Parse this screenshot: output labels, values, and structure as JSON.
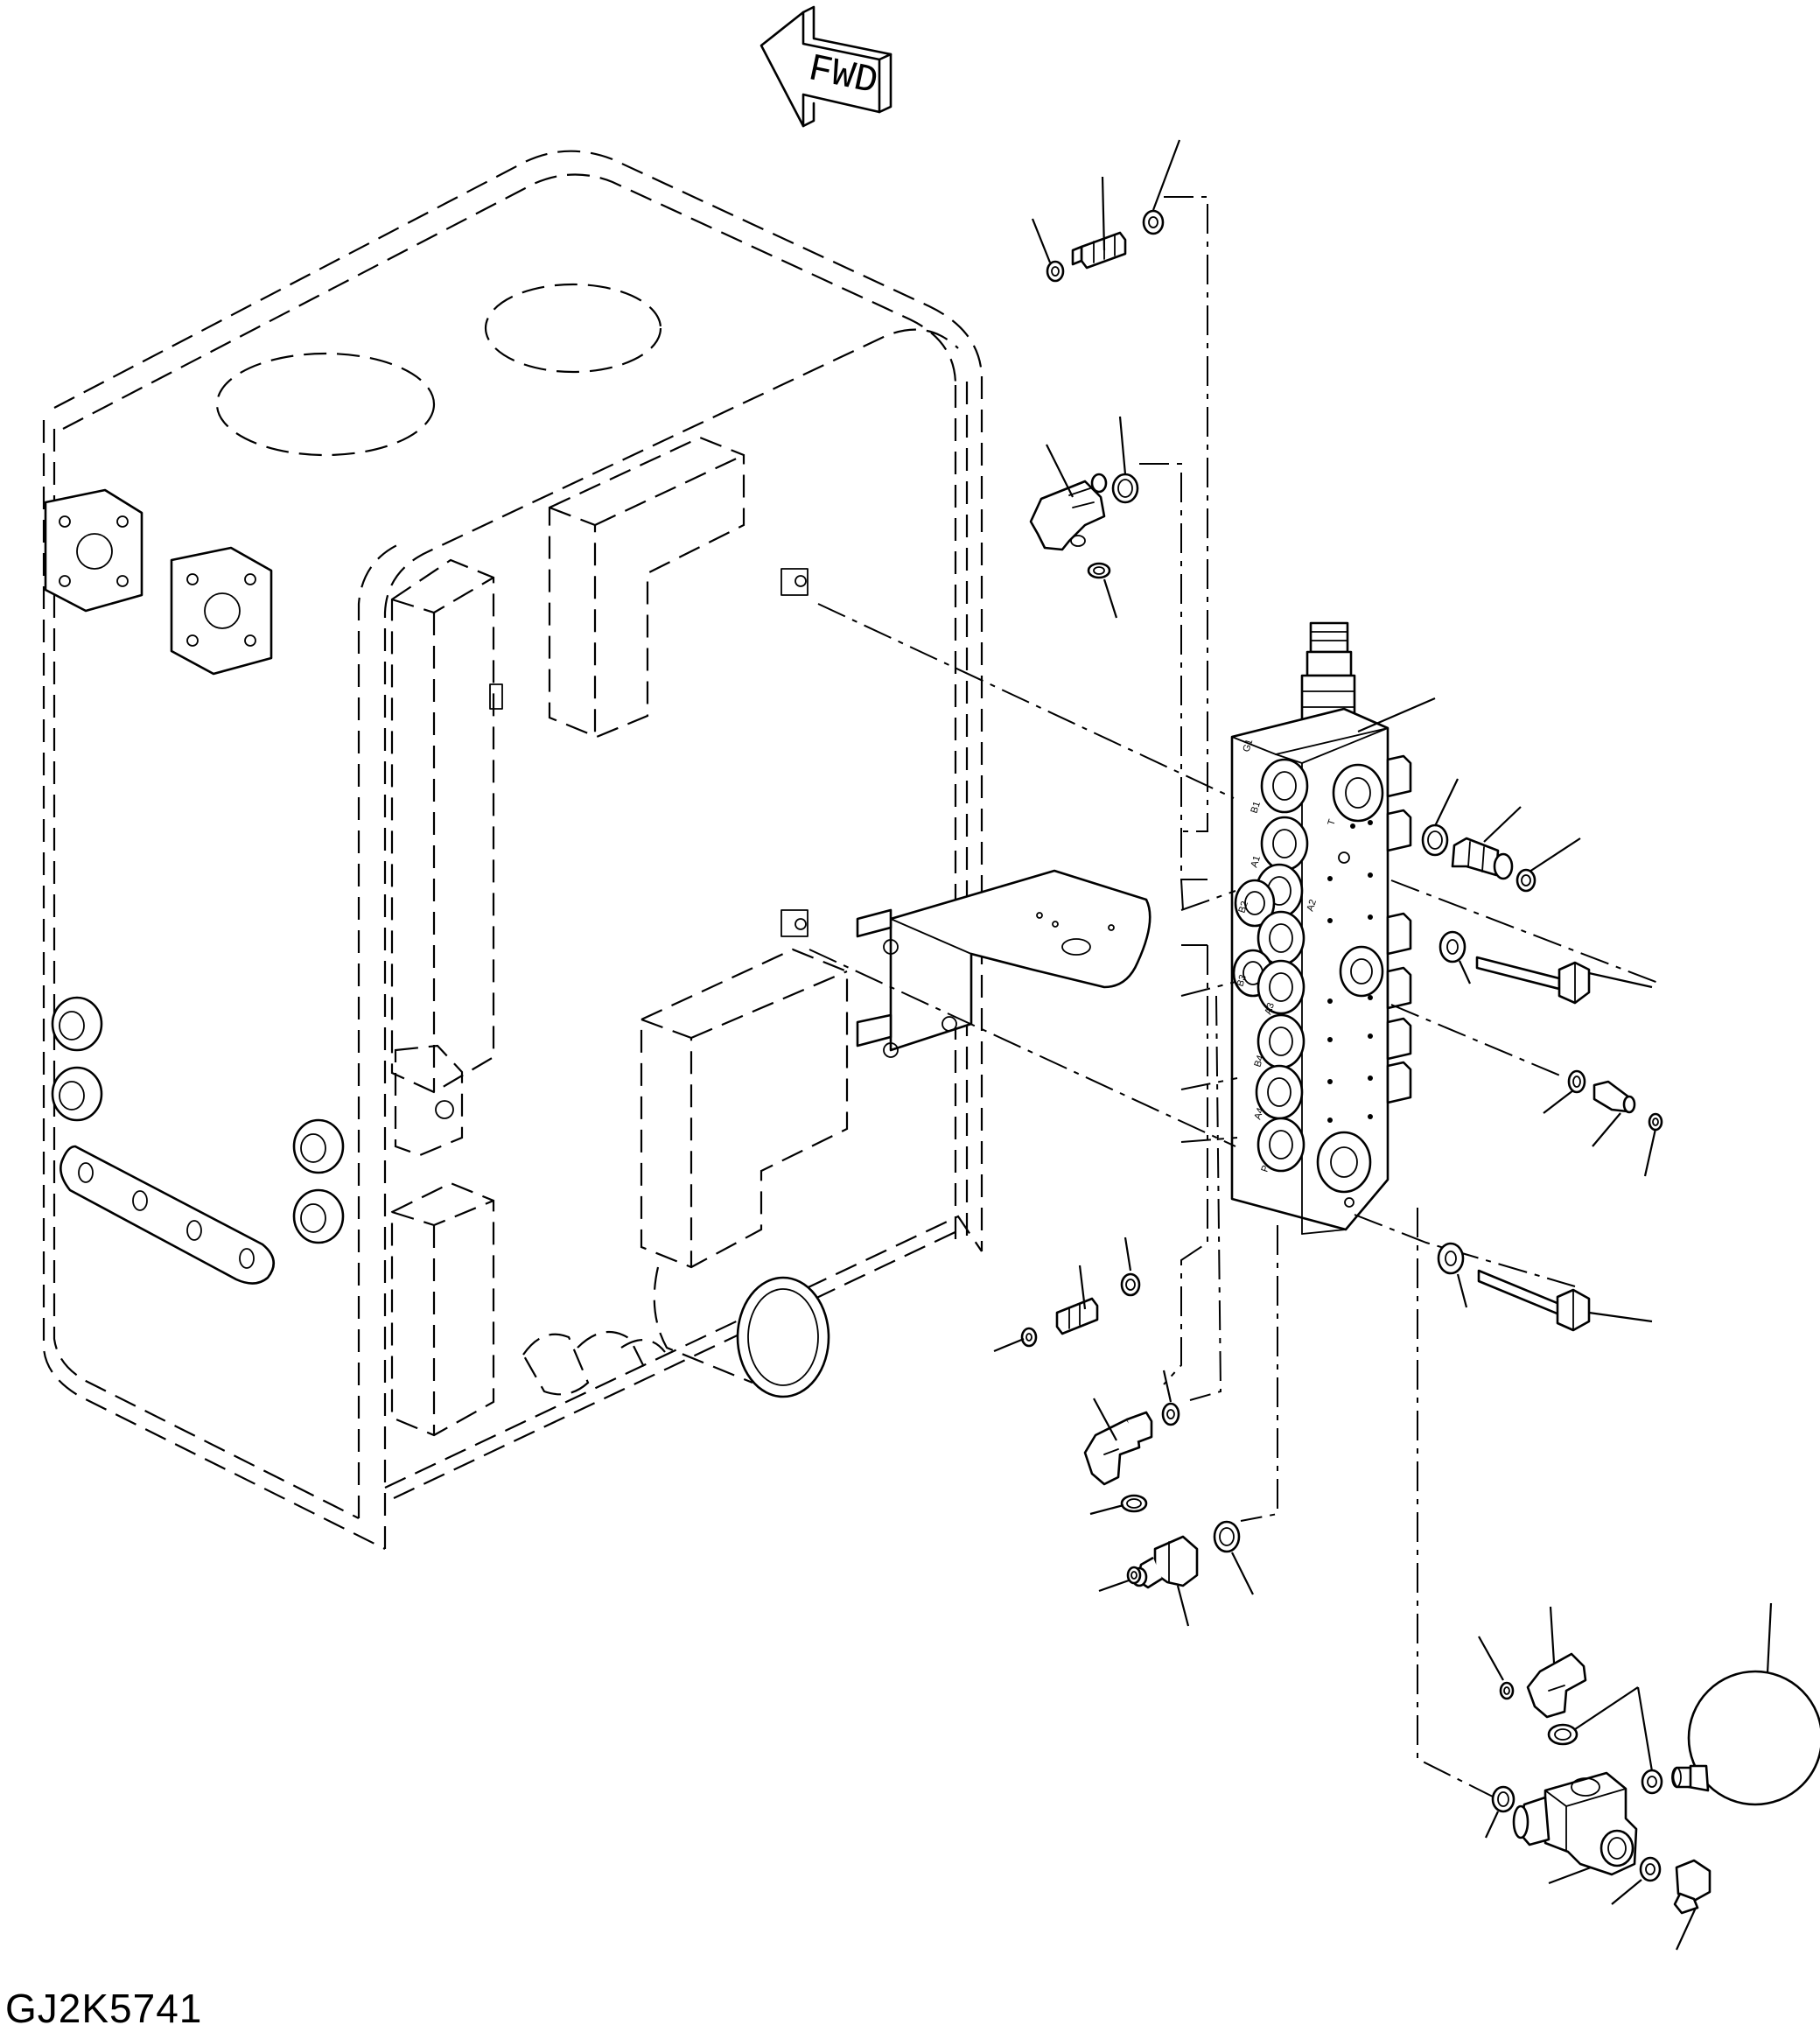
{
  "diagram": {
    "direction_arrow_label": "FWD",
    "drawing_code": "GJ2K5741",
    "valve_port_marks": [
      "G1",
      "B1",
      "A1",
      "B2",
      "A2",
      "B3",
      "A3",
      "B4",
      "A4",
      "P",
      "T"
    ]
  }
}
